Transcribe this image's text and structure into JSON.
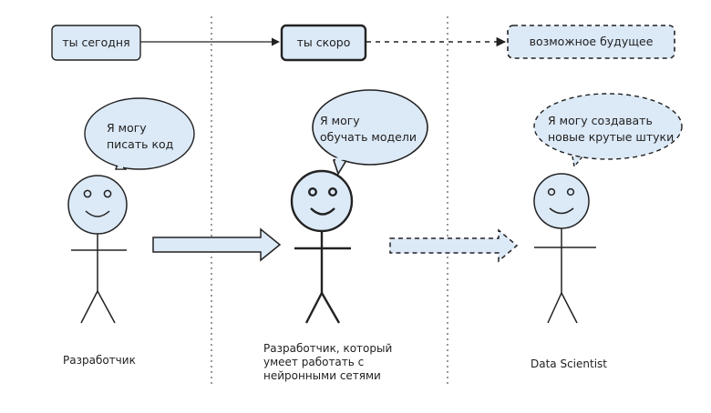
{
  "stages": {
    "today": "ты сегодня",
    "soon": "ты скоро",
    "future": "возможное будущее"
  },
  "bubbles": {
    "developer": [
      "Я могу",
      "писать код"
    ],
    "ml_developer": [
      "Я могу",
      "обучать модели"
    ],
    "data_scientist": [
      "Я могу создавать",
      "новые крутые штуки"
    ]
  },
  "captions": {
    "developer": [
      "Разработчик"
    ],
    "ml_developer": [
      "Разработчик, который",
      "умеет работать с",
      "нейронными сетями"
    ],
    "data_scientist": [
      "Data Scientist"
    ]
  },
  "colors": {
    "box_fill": "#dce9f7",
    "stroke": "#222222",
    "divider": "#555555"
  }
}
